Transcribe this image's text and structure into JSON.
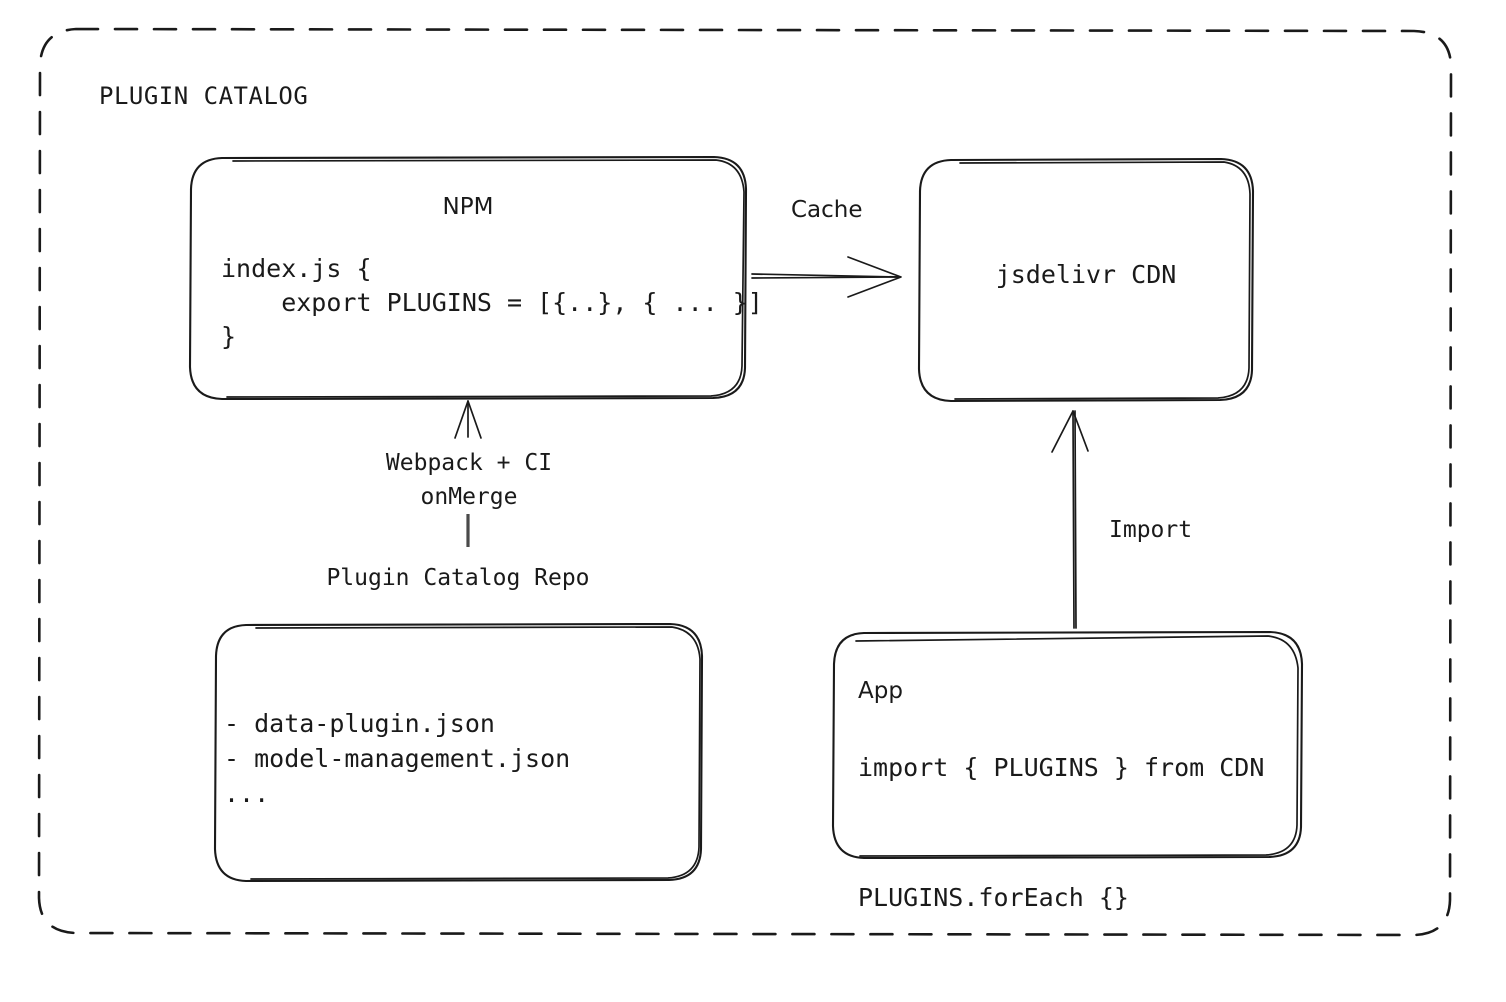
{
  "frame": {
    "title": "PLUGIN CATALOG"
  },
  "colors": {
    "stroke": "#1a1a1a",
    "background": "#ffffff",
    "tail": "#4a4a4a"
  },
  "nodes": {
    "npm": {
      "title": "NPM",
      "code": "index.js {\n    export PLUGINS = [{..}, { ... }]\n}"
    },
    "cdn": {
      "title": "jsdelivr CDN"
    },
    "repo": {
      "caption": "Plugin Catalog Repo",
      "items": "- data-plugin.json\n- model-management.json\n..."
    },
    "app": {
      "title": "App",
      "code": "import { PLUGINS } from CDN\n\nPLUGINS.forEach {}"
    }
  },
  "edges": {
    "cache": {
      "label": "Cache",
      "from": "npm",
      "to": "cdn"
    },
    "build": {
      "label": "Webpack + CI\nonMerge",
      "from": "repo",
      "to": "npm"
    },
    "import": {
      "label": "Import",
      "from": "app",
      "to": "cdn"
    }
  }
}
